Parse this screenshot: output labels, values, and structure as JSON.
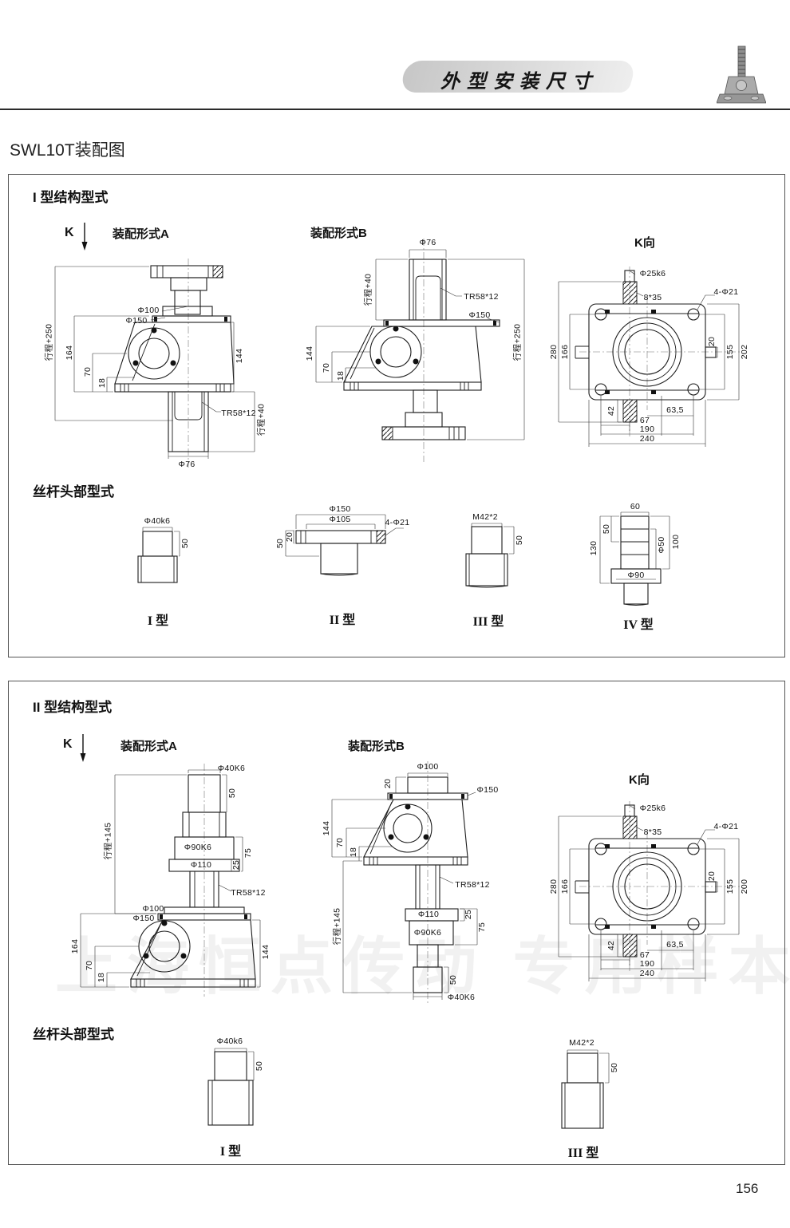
{
  "header": {
    "banner_title": "外型安装尺寸",
    "icon": "screw-jack-icon"
  },
  "page": {
    "title": "SWL10T装配图",
    "number": "156",
    "watermark": "上海恒点传动 专用样本"
  },
  "common": {
    "k_arrow_label": "K"
  },
  "section1": {
    "heading": "I 型结构型式",
    "form_a": {
      "title": "装配形式A",
      "dims": {
        "stroke250": "行程+250",
        "d164": "164",
        "d70": "70",
        "d18": "18",
        "d100": "Φ100",
        "d150": "Φ150",
        "d144": "144",
        "tr": "TR58*12",
        "stroke40": "行程+40",
        "d76": "Φ76"
      }
    },
    "form_b": {
      "title": "装配形式B",
      "dims": {
        "d76": "Φ76",
        "stroke40": "行程+40",
        "tr": "TR58*12",
        "d150": "Φ150",
        "d144": "144",
        "d70": "70",
        "d18": "18",
        "stroke250": "行程+250"
      }
    },
    "k_view": {
      "title": "K向",
      "dims": {
        "d25": "Φ25k6",
        "key": "8*35",
        "holes": "4-Φ21",
        "d280": "280",
        "d166": "166",
        "d42": "42",
        "d20": "20",
        "d155": "155",
        "d202": "202",
        "d635": "63,5",
        "d67": "67",
        "d190": "190",
        "d240": "240"
      }
    },
    "heads": {
      "heading": "丝杆头部型式",
      "h1": {
        "label": "I 型",
        "d40": "Φ40k6",
        "d50": "50"
      },
      "h2": {
        "label": "II 型",
        "d150": "Φ150",
        "d105": "Φ105",
        "holes": "4-Φ21",
        "d50": "50",
        "d20": "20"
      },
      "h3": {
        "label": "III 型",
        "m42": "M42*2",
        "d50": "50"
      },
      "h4": {
        "label": "IV 型",
        "d60": "60",
        "d130": "130",
        "d50": "50",
        "dphi50": "Φ50",
        "d100": "100",
        "d90": "Φ90"
      }
    }
  },
  "section2": {
    "heading": "II 型结构型式",
    "form_a": {
      "title": "装配形式A",
      "dims": {
        "d40": "Φ40K6",
        "d50": "50",
        "stroke145": "行程+145",
        "d90": "Φ90K6",
        "d75": "75",
        "d110": "Φ110",
        "d25": "25",
        "tr": "TR58*12",
        "d100": "Φ100",
        "d150": "Φ150",
        "d164": "164",
        "d70": "70",
        "d18": "18",
        "d144": "144"
      }
    },
    "form_b": {
      "title": "装配形式B",
      "dims": {
        "d100": "Φ100",
        "d20": "20",
        "d150": "Φ150",
        "d144": "144",
        "d70": "70",
        "d18": "18",
        "tr": "TR58*12",
        "d110": "Φ110",
        "d25": "25",
        "d75": "75",
        "d90": "Φ90K6",
        "stroke145": "行程+145",
        "d50": "50",
        "d40": "Φ40K6"
      }
    },
    "k_view": {
      "title": "K向",
      "dims": {
        "d25": "Φ25k6",
        "key": "8*35",
        "holes": "4-Φ21",
        "d280": "280",
        "d166": "166",
        "d42": "42",
        "d20": "20",
        "d155": "155",
        "d200": "200",
        "d635": "63,5",
        "d67": "67",
        "d190": "190",
        "d240": "240"
      }
    },
    "heads": {
      "heading": "丝杆头部型式",
      "h1": {
        "label": "I 型",
        "d40": "Φ40k6",
        "d50": "50"
      },
      "h3": {
        "label": "III 型",
        "m42": "M42*2",
        "d50": "50"
      }
    }
  }
}
